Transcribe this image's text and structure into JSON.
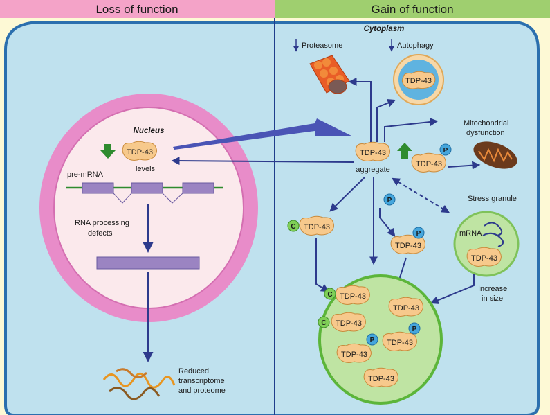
{
  "headers": {
    "left": "Loss of function",
    "right": "Gain of function"
  },
  "labels": {
    "cytoplasm": "Cytoplasm",
    "nucleus": "Nucleus",
    "proteasome": "Proteasome",
    "autophagy": "Autophagy",
    "mito_line1": "Mitochondrial",
    "mito_line2": "dysfunction",
    "stress_granule": "Stress granule",
    "mrna": "mRNA",
    "increase_line1": "Increase",
    "increase_line2": "in size",
    "aggregate": "aggregate",
    "levels": "levels",
    "pre_mrna": "pre-mRNA",
    "rna_line1": "RNA processing",
    "rna_line2": "defects",
    "reduced_line1": "Reduced",
    "reduced_line2": "transcriptome",
    "reduced_line3": "and proteome"
  },
  "protein": "TDP-43",
  "markers": {
    "phospho": "P",
    "cleaved": "C"
  },
  "colors": {
    "left_header": "#f4a3c8",
    "right_header": "#9fcf6f",
    "cell_fill": "#bfe1ee",
    "cell_border": "#2b6fae",
    "nucleus_ring": "#e88cc9",
    "nucleus_inner": "#fbe9ec",
    "protein_fill": "#f7c98c",
    "arrow": "#2d3a8c",
    "up_down_arrow": "#2e8b2e",
    "aggregate_fill": "#bfe4a3",
    "phospho": "#45a6dc",
    "cleaved": "#7fcf57",
    "background": "#fdf9d5"
  }
}
